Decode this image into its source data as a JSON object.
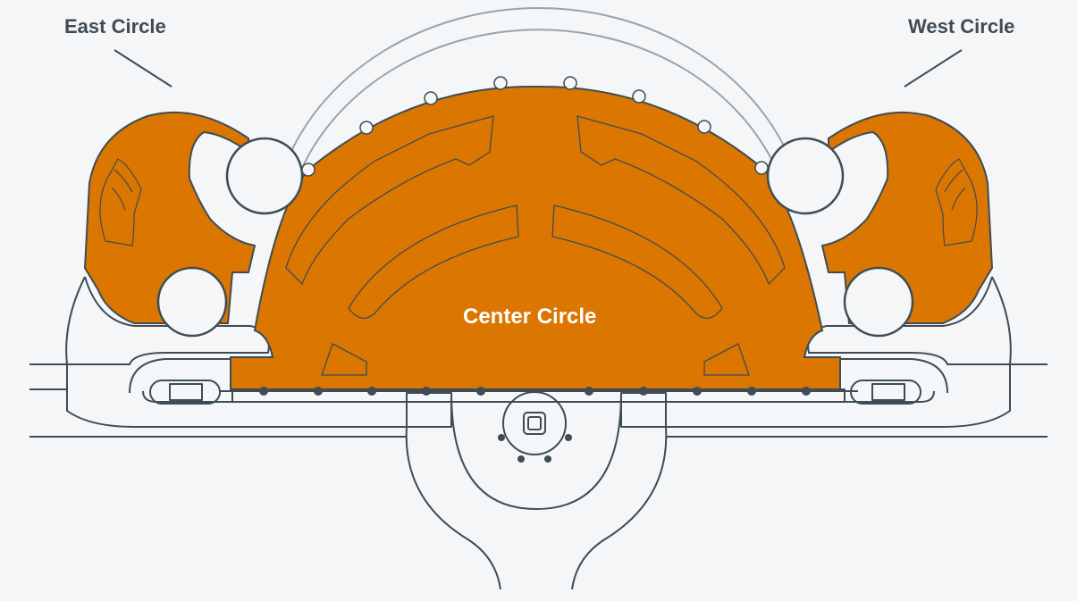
{
  "labels": {
    "east": "East Circle",
    "west": "West Circle",
    "center": "Center Circle"
  },
  "colors": {
    "background": "#f4f6f8",
    "highlight": "#db7600",
    "outline": "#3e4c55",
    "label": "#3e4c55",
    "center_label": "#ffffff"
  }
}
